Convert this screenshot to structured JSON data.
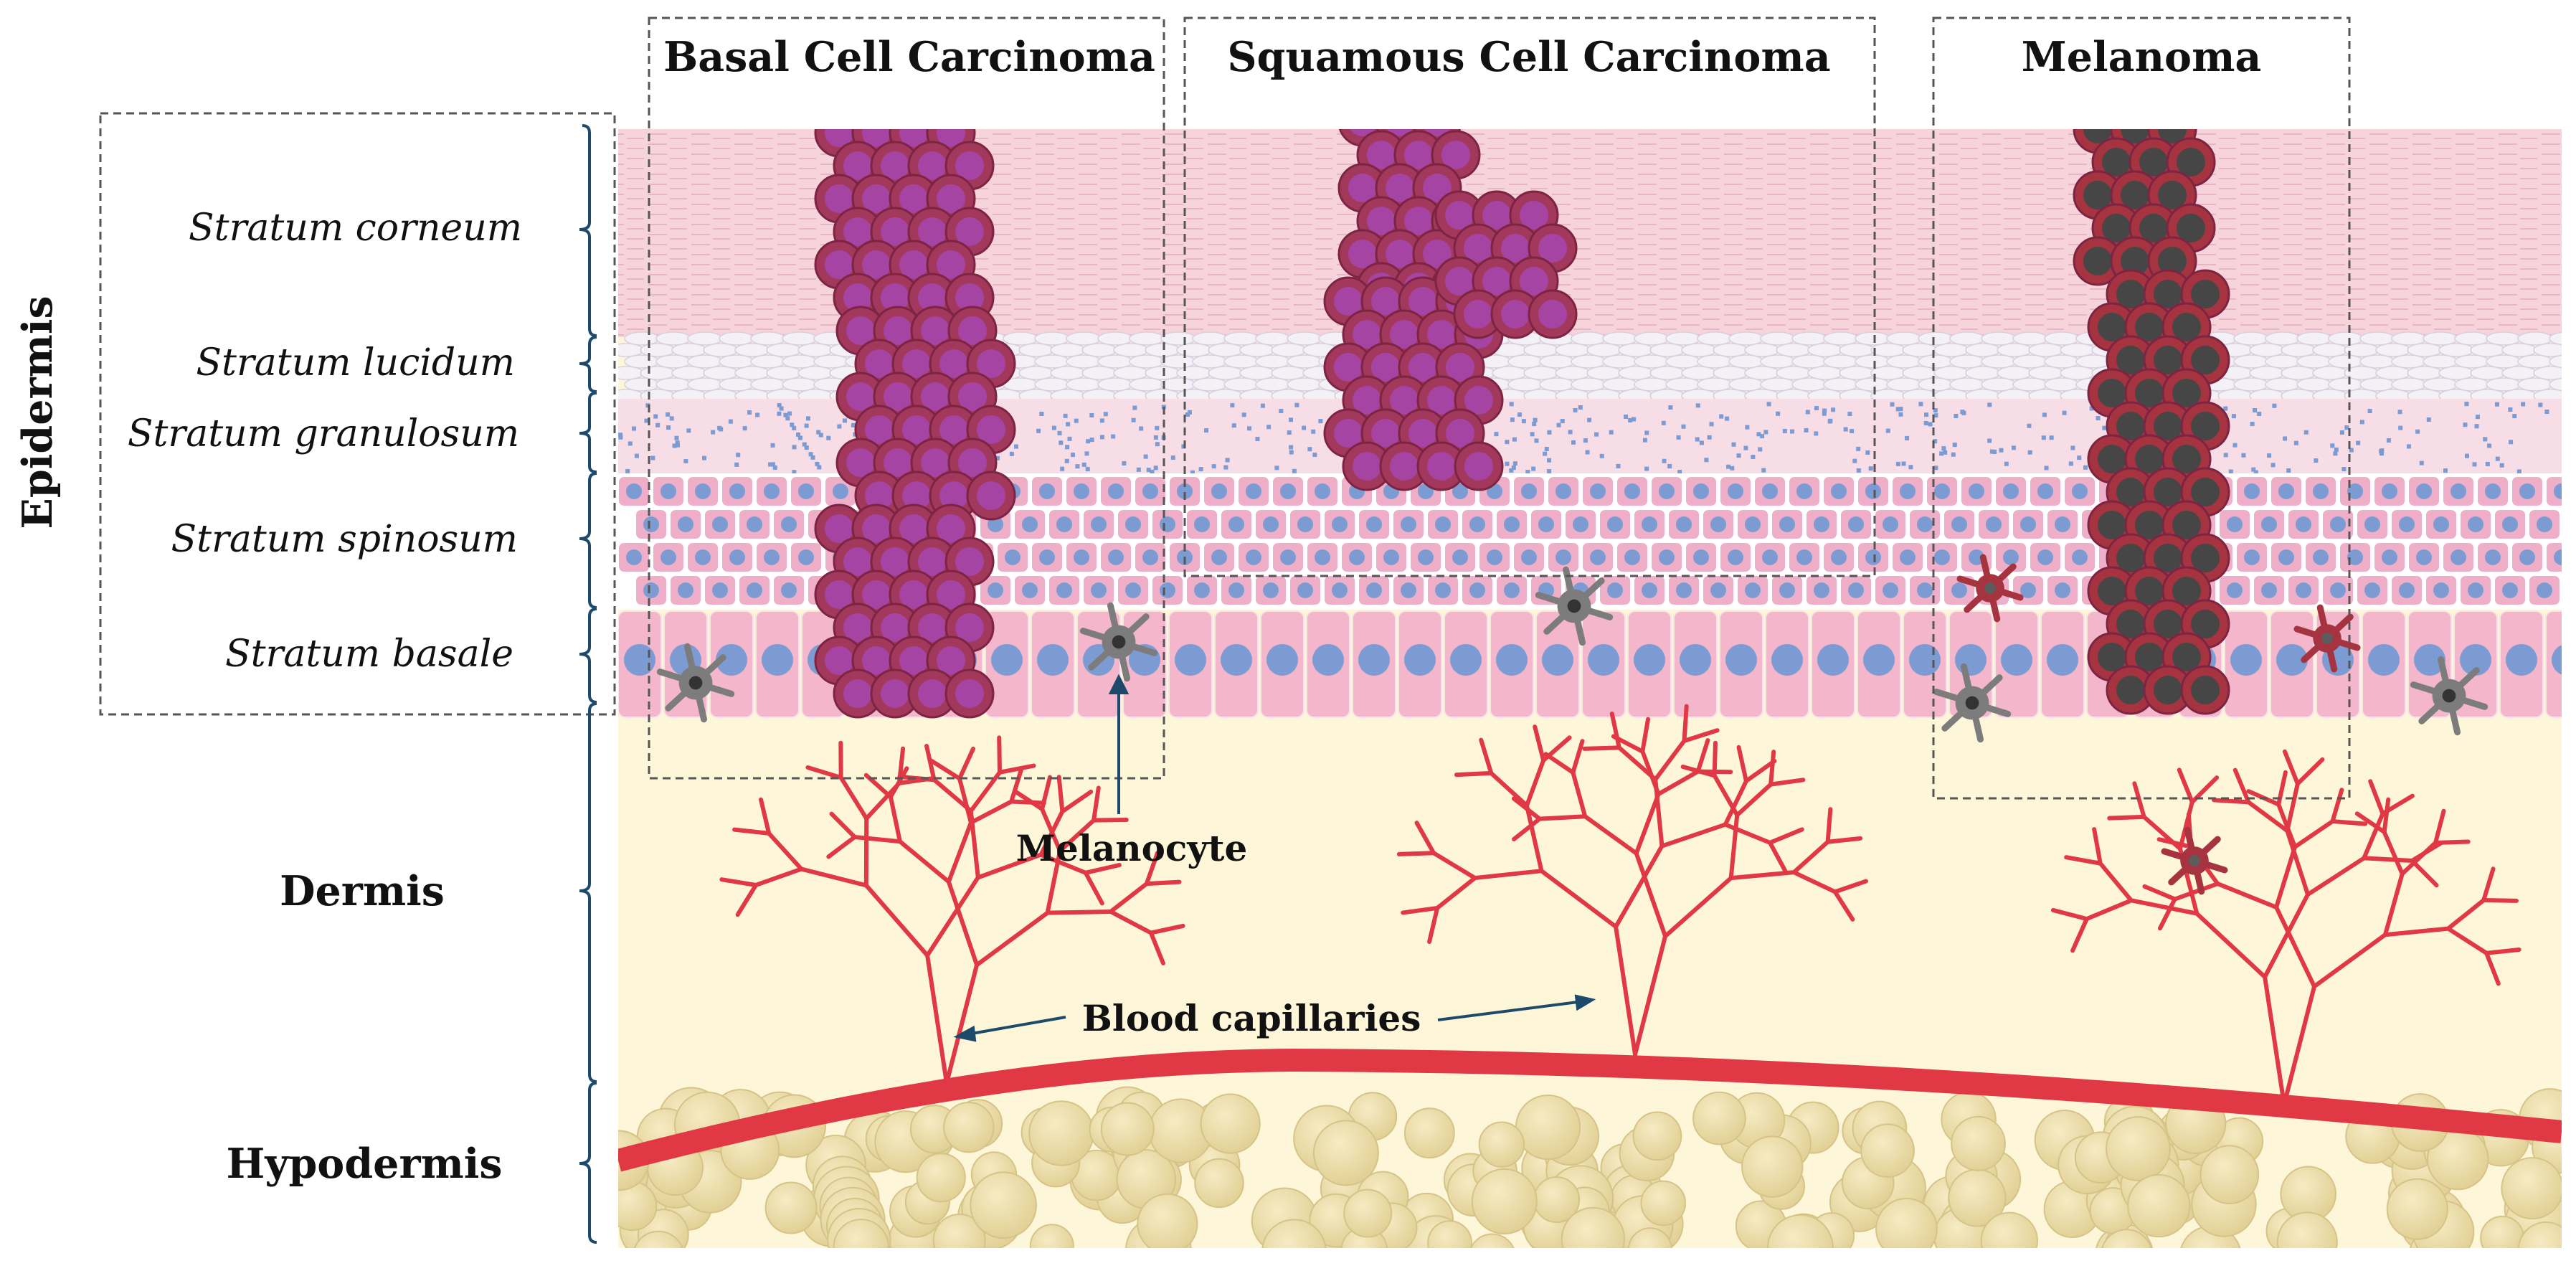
{
  "figure": {
    "columns": [
      {
        "title": "Basal Cell Carcinoma"
      },
      {
        "title": "Squamous Cell Carcinoma"
      },
      {
        "title": "Melanoma"
      }
    ],
    "regions": {
      "epidermis": "Epidermis",
      "dermis": "Dermis",
      "hypodermis": "Hypodermis"
    },
    "layers": [
      "Stratum corneum",
      "Stratum lucidum",
      "Stratum granulosum",
      "Stratum spinosum",
      "Stratum basale"
    ],
    "annotations": {
      "melanocyte": "Melanocyte",
      "capillaries": "Blood capillaries"
    }
  },
  "colors": {
    "corneum": "#f7d3dc",
    "granular": "#f3f1f6",
    "spinous_cell": "#f0afc8",
    "nucleus": "#7b9bd2",
    "dermis": "#fdf6d8",
    "capillary": "#e03845",
    "bcc_scc_cell": "#a2395c",
    "bcc_scc_nucleus": "#a644a3",
    "melanoma_cell": "#a53440",
    "melanoma_nucleus": "#464646",
    "melanocyte": "#7c7c7c",
    "fat": "#eadba6",
    "guide": "#1d4a6b",
    "box": "#555555"
  }
}
